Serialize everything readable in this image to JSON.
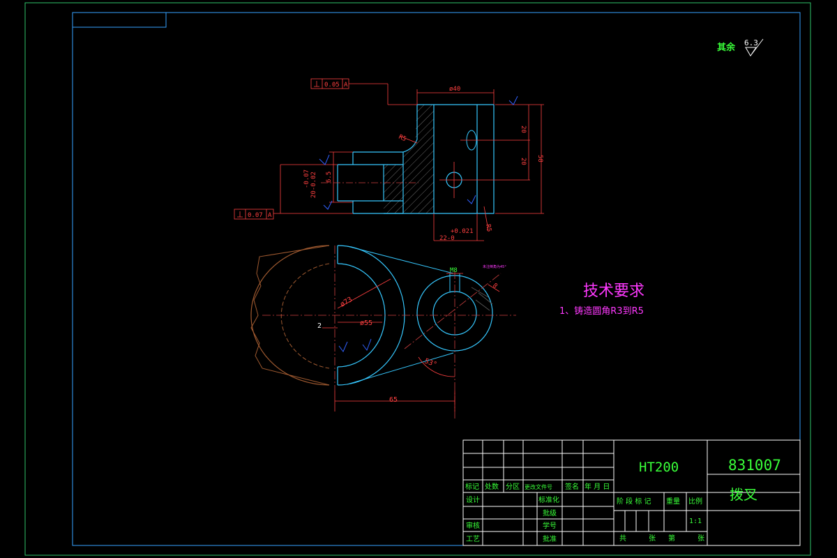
{
  "surface_finish": {
    "prefix": "其余",
    "value": "6.3"
  },
  "tolerance_frames": {
    "top": {
      "value": "0.05",
      "datum": "A"
    },
    "bottom": {
      "value": "0.07",
      "datum": "A"
    }
  },
  "dimensions": {
    "dia_40": "ø40",
    "d20_a": "20",
    "d20_b": "20",
    "d58": "58",
    "d6_5": "6.5",
    "r5_top": "R5",
    "r5_bottom": "R5",
    "tol_minus": "-0.07",
    "tol_base": "20-0.02",
    "tol_plus": "+0.021",
    "tol_22": "22-0",
    "m8": "M8",
    "dia_73": "ø73",
    "dia_55": "ø55",
    "d2": "2",
    "angle": "53°",
    "d65": "65",
    "r8": "8"
  },
  "small_note": "未注倒角为45°",
  "technical_requirements": {
    "title": "技术要求",
    "item_1": "1、铸造圆角R3到R5"
  },
  "title_block": {
    "material": "HT200",
    "drawing_number": "831007",
    "part_name": "拨叉",
    "rev_headers": [
      "标记",
      "处数",
      "分区",
      "更改文件号",
      "签名",
      "年 月 日"
    ],
    "left_rows": [
      "设计",
      "审核",
      "工艺"
    ],
    "mid_rows": [
      "标准化",
      "批级",
      "学号",
      "批准"
    ],
    "stage_headers": [
      "阶 段 标 记",
      "重量",
      "比例"
    ],
    "scale": "1:1",
    "sheet_row": [
      "共",
      "张",
      "第",
      "张"
    ]
  }
}
